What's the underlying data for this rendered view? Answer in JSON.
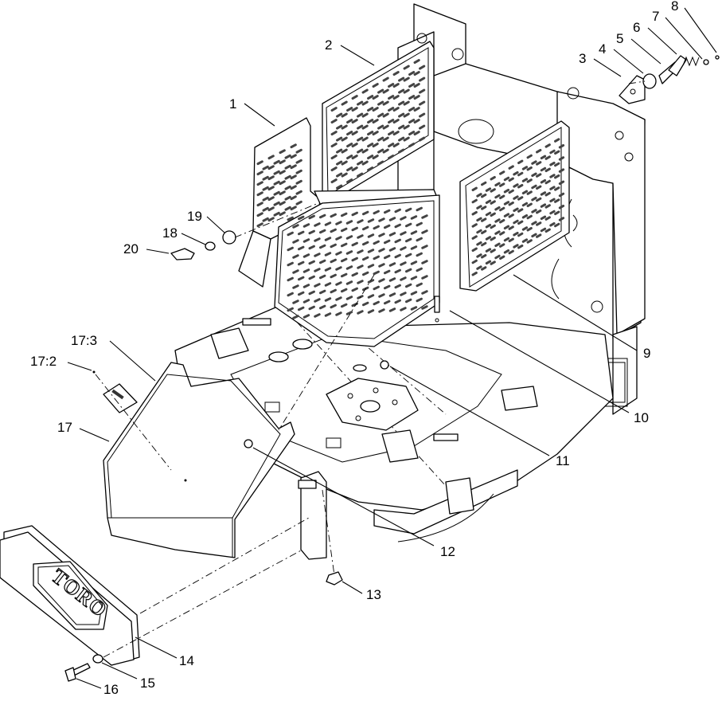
{
  "diagram": {
    "callouts": [
      {
        "id": "1",
        "label": "1"
      },
      {
        "id": "2",
        "label": "2"
      },
      {
        "id": "3",
        "label": "3"
      },
      {
        "id": "4",
        "label": "4"
      },
      {
        "id": "5",
        "label": "5"
      },
      {
        "id": "6",
        "label": "6"
      },
      {
        "id": "7",
        "label": "7"
      },
      {
        "id": "8",
        "label": "8"
      },
      {
        "id": "9",
        "label": "9"
      },
      {
        "id": "10",
        "label": "10"
      },
      {
        "id": "11",
        "label": "11"
      },
      {
        "id": "12",
        "label": "12"
      },
      {
        "id": "13",
        "label": "13"
      },
      {
        "id": "14",
        "label": "14"
      },
      {
        "id": "15",
        "label": "15"
      },
      {
        "id": "16",
        "label": "16"
      },
      {
        "id": "17",
        "label": "17"
      },
      {
        "id": "17_2",
        "label": "17:2"
      },
      {
        "id": "17_3",
        "label": "17:3"
      },
      {
        "id": "18",
        "label": "18"
      },
      {
        "id": "19",
        "label": "19"
      },
      {
        "id": "20",
        "label": "20"
      }
    ],
    "logo_text": "TORO"
  }
}
